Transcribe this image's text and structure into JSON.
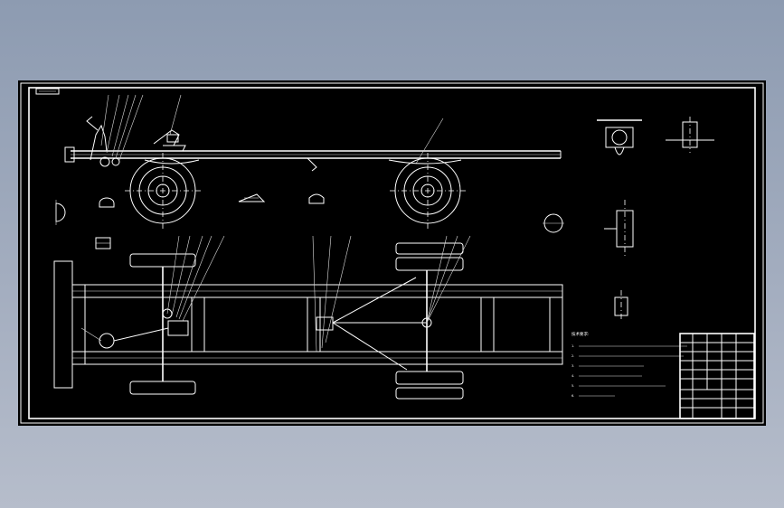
{
  "drawing": {
    "tech_requirements_title": "技术要求:",
    "notes": [
      "1.",
      "2.",
      "3.",
      "4.",
      "5.",
      "6."
    ],
    "sheet_label": "",
    "title_block_label": ""
  },
  "colors": {
    "background": "#000000",
    "lines": "#ffffff",
    "desktop": "#9aa6ba"
  }
}
